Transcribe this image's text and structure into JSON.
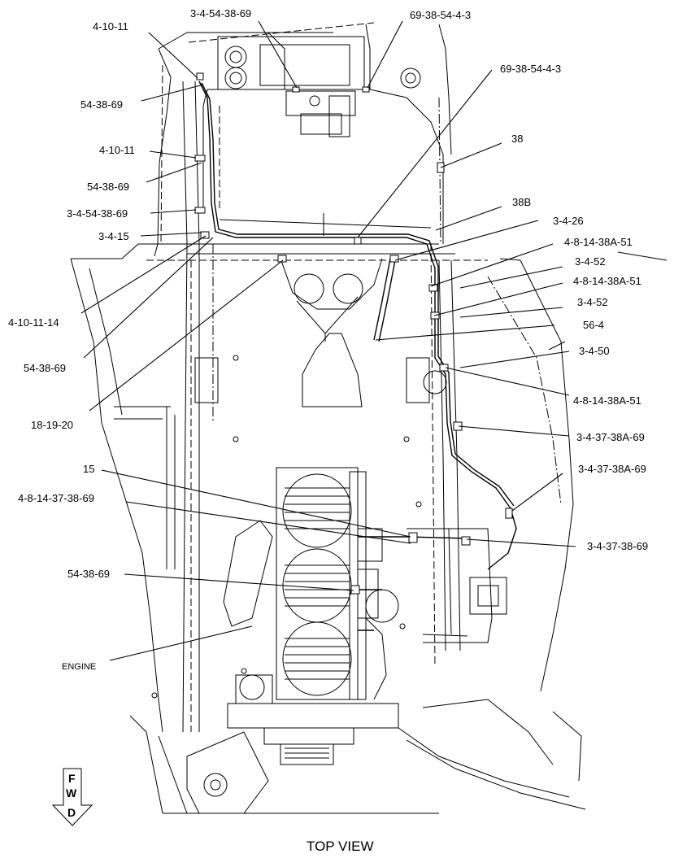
{
  "callouts": [
    {
      "id": "c1",
      "text": "4-10-11"
    },
    {
      "id": "c2",
      "text": "3-4-54-38-69"
    },
    {
      "id": "c3",
      "text": "69-38-54-4-3"
    },
    {
      "id": "c4",
      "text": "69-38-54-4-3"
    },
    {
      "id": "c5",
      "text": "54-38-69"
    },
    {
      "id": "c6",
      "text": "38"
    },
    {
      "id": "c7",
      "text": "4-10-11"
    },
    {
      "id": "c8",
      "text": "54-38-69"
    },
    {
      "id": "c9",
      "text": "38B"
    },
    {
      "id": "c10",
      "text": "3-4-54-38-69"
    },
    {
      "id": "c11",
      "text": "3-4-26"
    },
    {
      "id": "c12",
      "text": "3-4-15"
    },
    {
      "id": "c13",
      "text": "4-8-14-38A-51"
    },
    {
      "id": "c14",
      "text": "3-4-52"
    },
    {
      "id": "c15",
      "text": "4-8-14-38A-51"
    },
    {
      "id": "c16",
      "text": "4-10-11-14"
    },
    {
      "id": "c17",
      "text": "3-4-52"
    },
    {
      "id": "c18",
      "text": "56-4"
    },
    {
      "id": "c19",
      "text": "3-4-50"
    },
    {
      "id": "c20",
      "text": "54-38-69"
    },
    {
      "id": "c21",
      "text": "4-8-14-38A-51"
    },
    {
      "id": "c22",
      "text": "18-19-20"
    },
    {
      "id": "c23",
      "text": "3-4-37-38A-69"
    },
    {
      "id": "c24",
      "text": "15"
    },
    {
      "id": "c25",
      "text": "3-4-37-38A-69"
    },
    {
      "id": "c26",
      "text": "4-8-14-37-38-69"
    },
    {
      "id": "c27",
      "text": "3-4-37-38-69"
    },
    {
      "id": "c28",
      "text": "54-38-69"
    },
    {
      "id": "c29",
      "text": "ENGINE"
    }
  ],
  "fwd_letters": [
    "F",
    "W",
    "D"
  ],
  "view_title": "TOP VIEW"
}
